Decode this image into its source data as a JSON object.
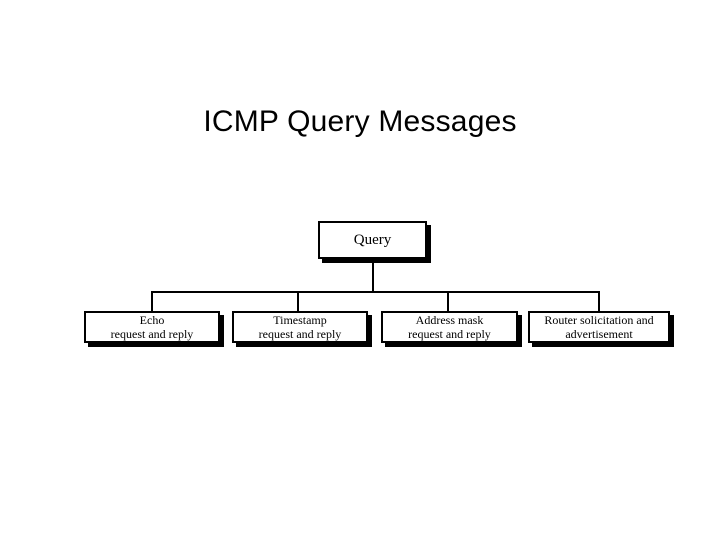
{
  "slide": {
    "title": "ICMP Query Messages",
    "background_color": "#ffffff",
    "text_color": "#000000",
    "shadow_color": "#000000"
  },
  "diagram": {
    "type": "tree",
    "root": {
      "label": "Query"
    },
    "children": [
      {
        "line1": "Echo",
        "line2": "request and reply"
      },
      {
        "line1": "Timestamp",
        "line2": "request and reply"
      },
      {
        "line1": "Address mask",
        "line2": "request and reply"
      },
      {
        "line1": "Router solicitation and",
        "line2": "advertisement"
      }
    ]
  }
}
